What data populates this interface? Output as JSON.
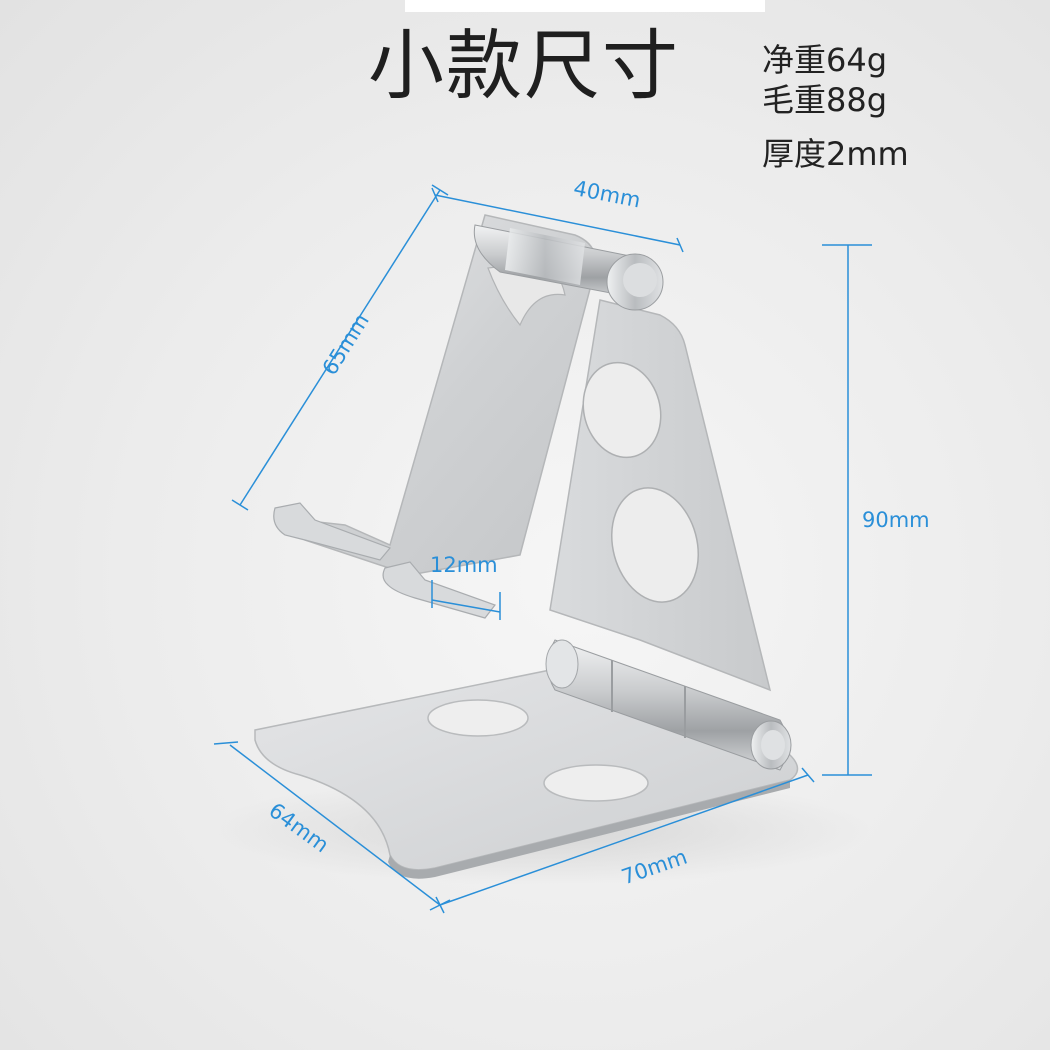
{
  "title": "小款尺寸",
  "specs": {
    "net_weight": "净重64g",
    "gross_weight": "毛重88g",
    "thickness": "厚度2mm"
  },
  "dimensions": {
    "top_width": "40mm",
    "back_length": "65mm",
    "lip_depth": "12mm",
    "height": "90mm",
    "base_depth": "64mm",
    "base_width": "70mm"
  },
  "colors": {
    "dimension_line": "#2a8fd8",
    "metal": "#d4d6d8",
    "background": "#ececec"
  }
}
